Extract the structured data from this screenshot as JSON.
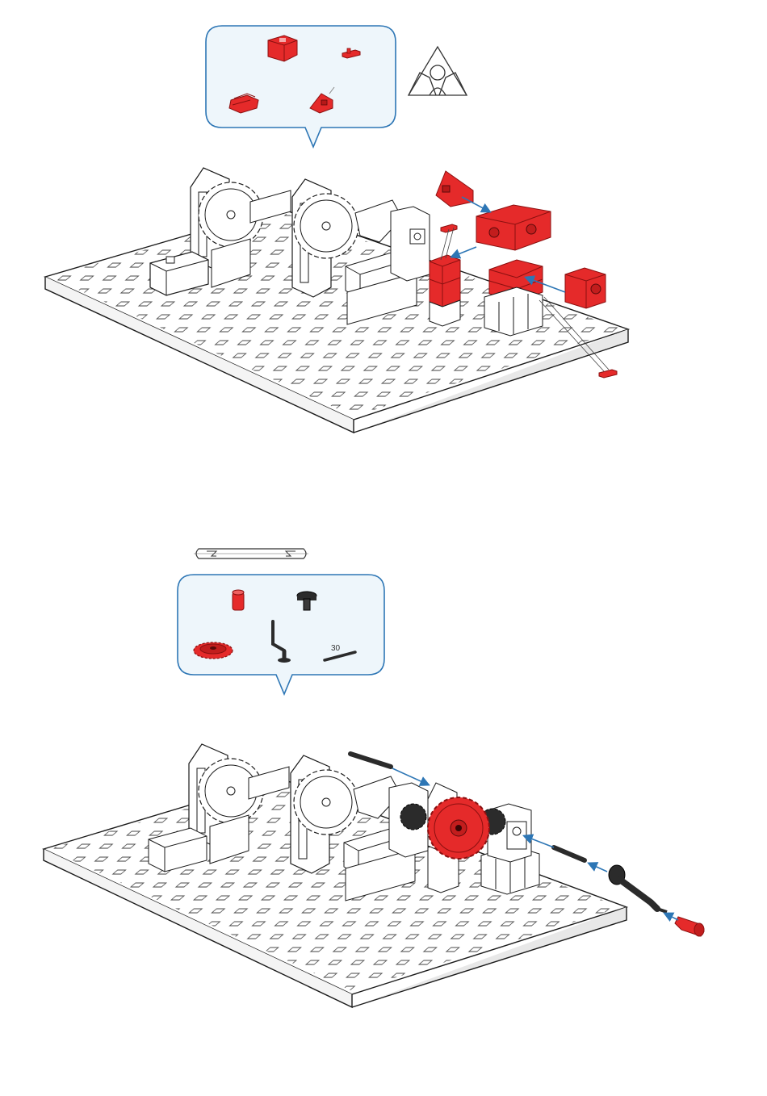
{
  "colors": {
    "part_red": "#e52a2a",
    "part_dark_red": "#a81717",
    "part_black": "#2b2b2b",
    "callout_border": "#2d76b5",
    "callout_fill": "#eef6fb",
    "arrow_blue": "#2d76b5",
    "outline": "#1a1a1a",
    "white": "#ffffff"
  },
  "step1": {
    "callout_parts": [
      "red-building-block-15",
      "red-connector-piece",
      "red-double-block",
      "red-angle-block-30"
    ],
    "side_icon": "building-block-60-icon"
  },
  "step2": {
    "callout_parts": [
      "red-bushing",
      "black-pinion",
      "red-gear-wheel",
      "black-crank",
      "black-axle"
    ],
    "axle_length_label": "30",
    "tool_icon": "white-lever-tool-icon"
  }
}
